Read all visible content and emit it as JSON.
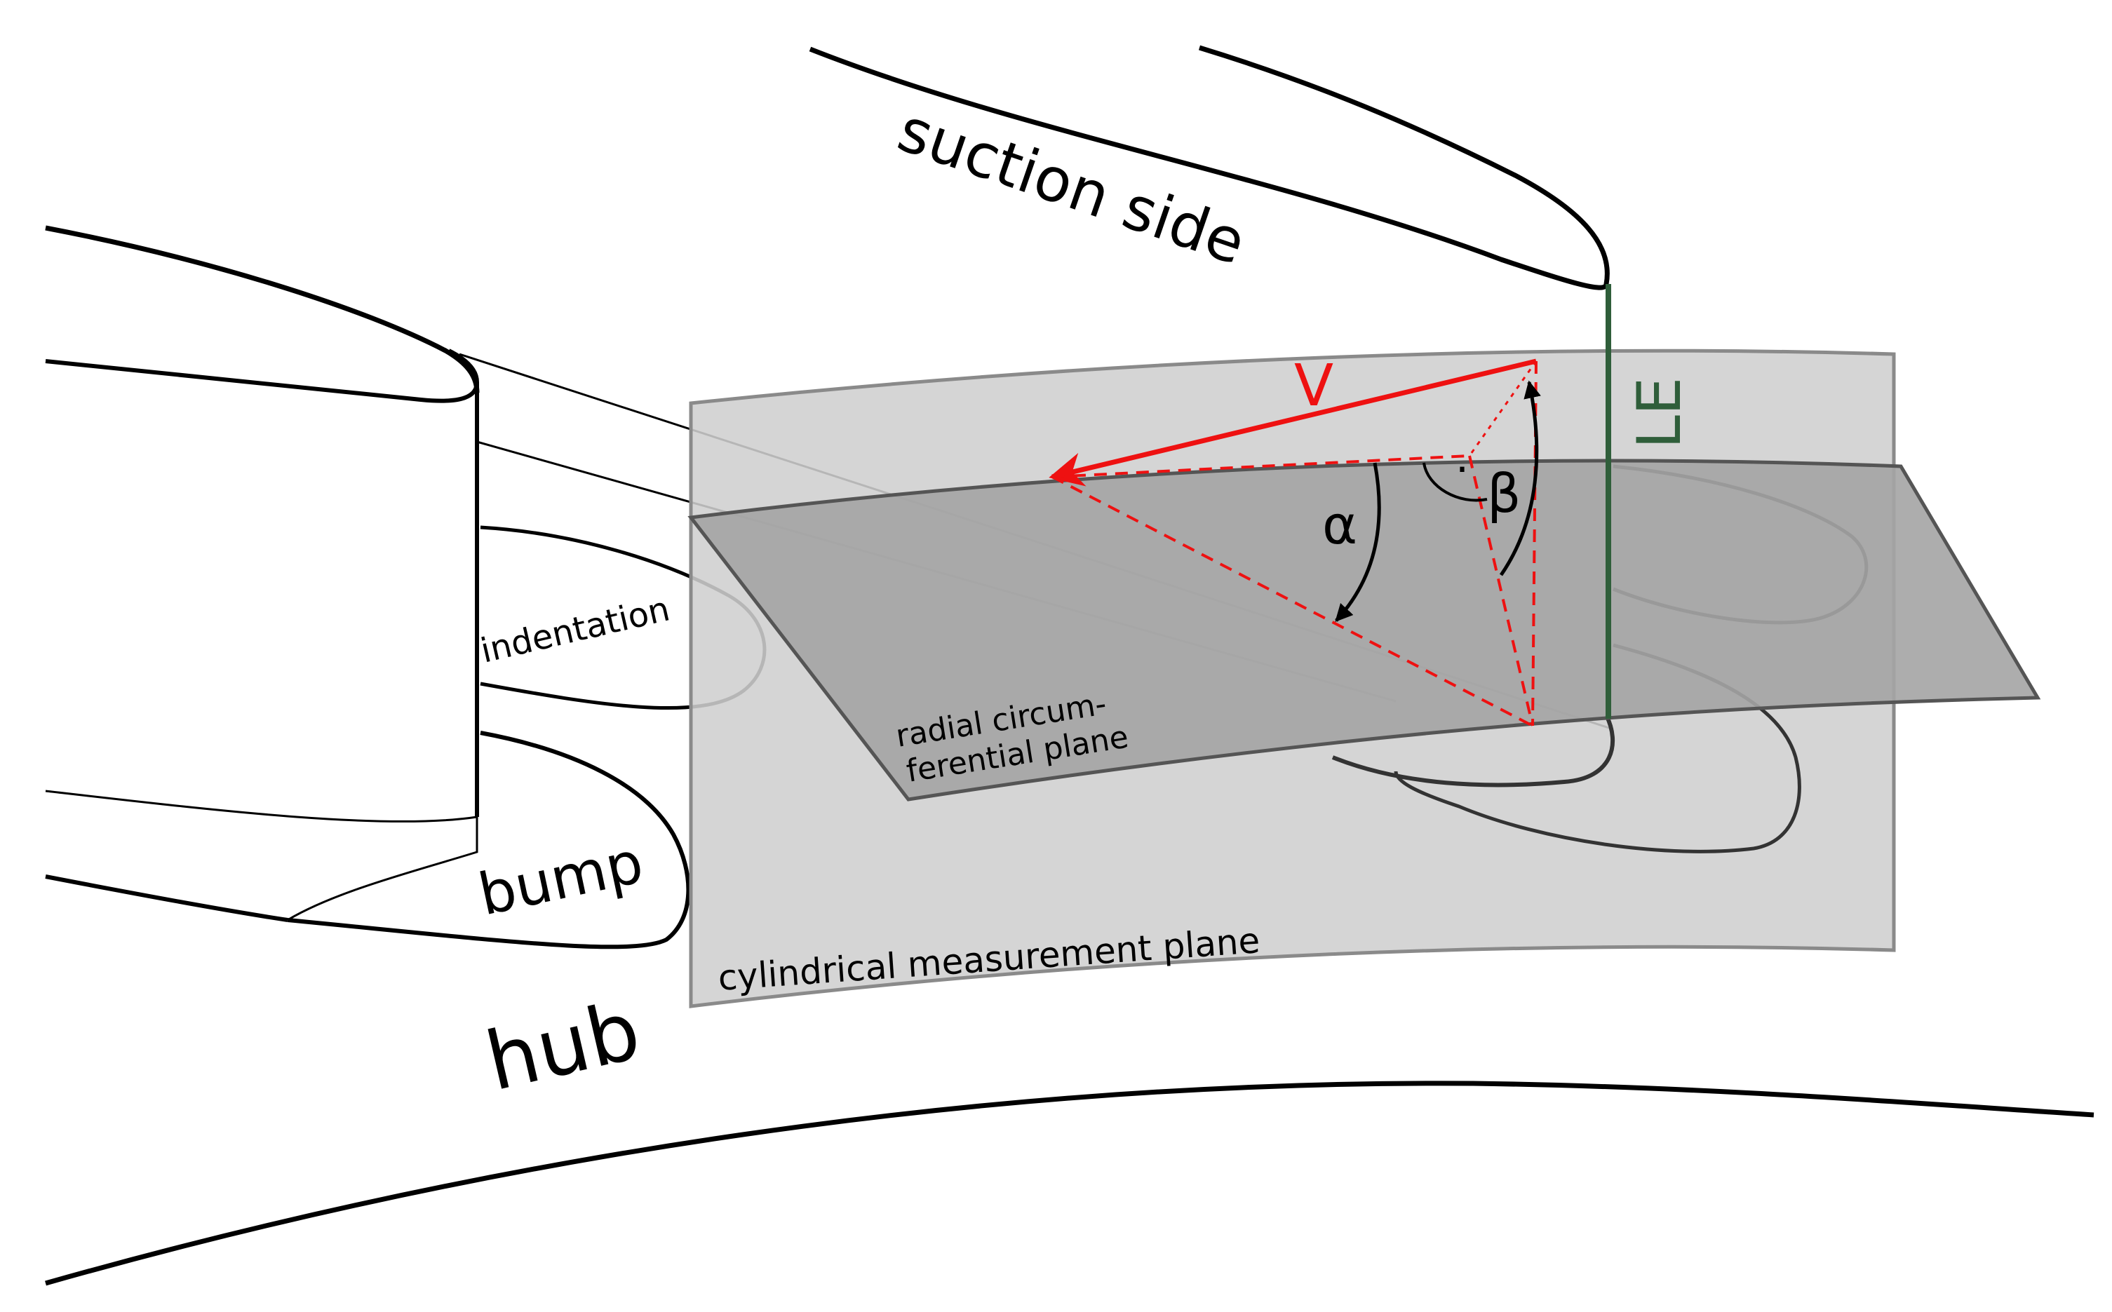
{
  "labels": {
    "suction_side": "suction side",
    "le": "LE",
    "v": "V",
    "alpha": "α",
    "beta": "β",
    "right_angle_dot": "·",
    "indentation": "indentation",
    "radial_line1": "radial circum-",
    "radial_line2": "ferential plane",
    "bump": "bump",
    "cylindrical": "cylindrical measurement plane",
    "hub": "hub"
  },
  "colors": {
    "line": "#000000",
    "vector": "#ee1111",
    "le": "#2f5e3a",
    "cyl_plane_fill": "#cfcfcf",
    "cyl_plane_edge": "#8a8a8a",
    "radial_plane_fill": "#a4a4a4",
    "radial_plane_edge": "#555555",
    "hidden_contour": "#333333"
  }
}
